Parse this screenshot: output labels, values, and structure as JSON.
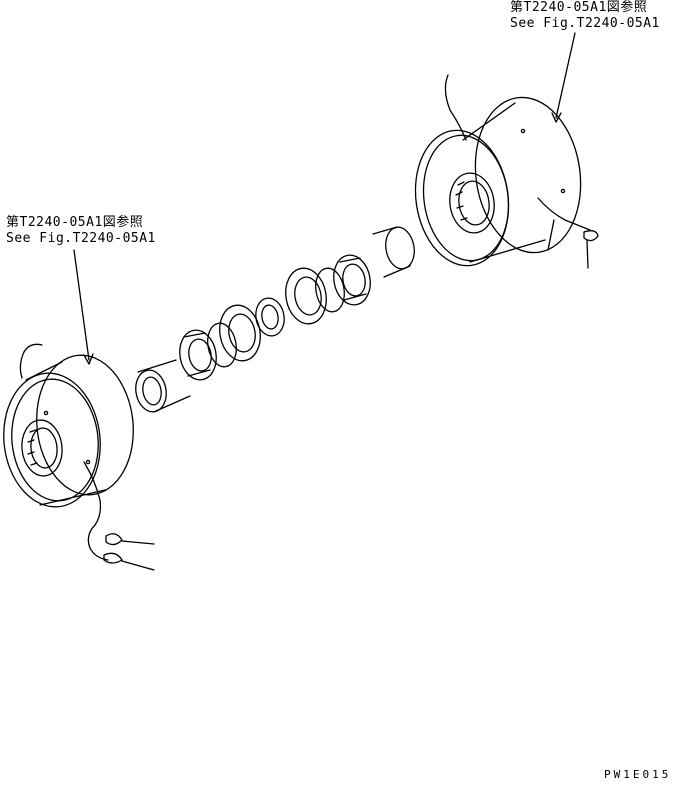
{
  "references": {
    "right": {
      "jp": "第T2240-05A1図参照",
      "en": "See Fig.T2240-05A1"
    },
    "left": {
      "jp": "第T2240-05A1図参照",
      "en": "See Fig.T2240-05A1"
    }
  },
  "drawing_code": "PW1E015"
}
